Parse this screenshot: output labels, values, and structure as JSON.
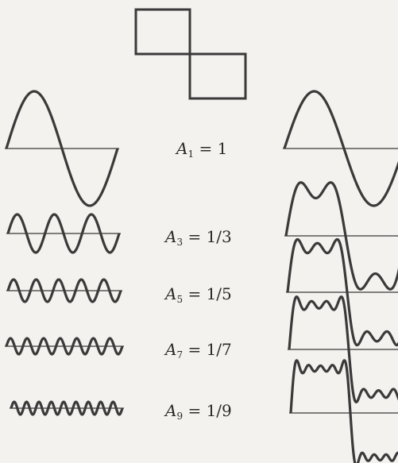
{
  "figure": {
    "ink_color": "#3a3a3a",
    "background_color": "#f4f2ee",
    "harmonics": [
      {
        "n": 1,
        "amplitude_label": "1"
      },
      {
        "n": 3,
        "amplitude_label": "1/3"
      },
      {
        "n": 5,
        "amplitude_label": "1/5"
      },
      {
        "n": 7,
        "amplitude_label": "1/7"
      },
      {
        "n": 9,
        "amplitude_label": "1/9"
      }
    ],
    "labels": [
      {
        "symbol": "A",
        "subscript": "1",
        "equals": "= 1"
      },
      {
        "symbol": "A",
        "subscript": "3",
        "equals": "= 1/3"
      },
      {
        "symbol": "A",
        "subscript": "5",
        "equals": "= 1/5"
      },
      {
        "symbol": "A",
        "subscript": "7",
        "equals": "= 1/7"
      },
      {
        "symbol": "A",
        "subscript": "9",
        "equals": "= 1/9"
      }
    ]
  }
}
